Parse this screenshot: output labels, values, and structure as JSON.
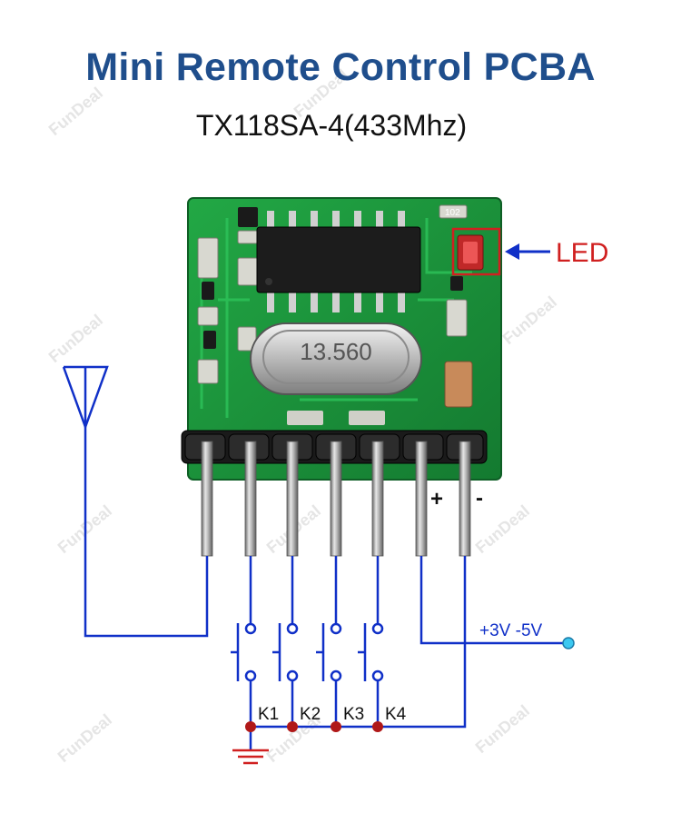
{
  "title": "Mini Remote Control PCBA",
  "subtitle": "TX118SA-4(433Mhz)",
  "crystal_label": "13.560",
  "resistor_label": "102",
  "led_callout": "LED",
  "pin_plus": "+",
  "pin_minus": "-",
  "power_label": "+3V -5V",
  "keys": [
    "K1",
    "K2",
    "K3",
    "K4"
  ],
  "watermark": "FunDeal",
  "colors": {
    "title": "#1f4e8c",
    "wire": "#1030c8",
    "led_box": "#d02020",
    "node": "#b01818",
    "pcb": "#1e9a3c",
    "power_terminal": "#3cc8f0"
  },
  "icons": [
    "antenna-icon",
    "ground-icon",
    "push-button-icon"
  ]
}
